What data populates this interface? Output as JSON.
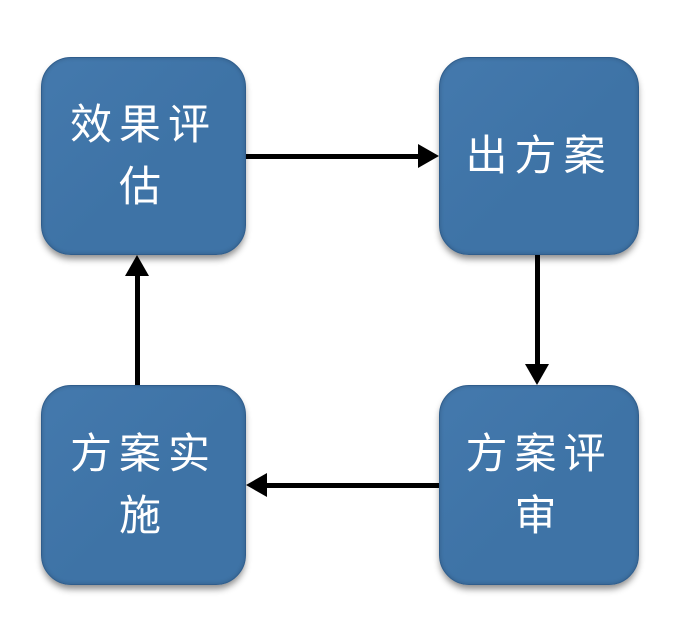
{
  "diagram": {
    "type": "cycle-flowchart",
    "colors": {
      "background": "#ffffff",
      "node_fill": "#3e73a6",
      "node_fill_light": "#4479ad",
      "node_border": "#2f5d8c",
      "node_text": "#ffffff",
      "arrow": "#000000"
    },
    "nodes": [
      {
        "id": "effect-evaluation",
        "position": "top-left",
        "label": "效果评估",
        "label_display": "效果评\n估"
      },
      {
        "id": "produce-plan",
        "position": "top-right",
        "label": "出方案",
        "label_display": "出方案"
      },
      {
        "id": "plan-review",
        "position": "bottom-right",
        "label": "方案评审",
        "label_display": "方案评\n审"
      },
      {
        "id": "plan-implementation",
        "position": "bottom-left",
        "label": "方案实施",
        "label_display": "方案实\n施"
      }
    ],
    "edges": [
      {
        "from": "effect-evaluation",
        "to": "produce-plan",
        "direction": "right"
      },
      {
        "from": "produce-plan",
        "to": "plan-review",
        "direction": "down"
      },
      {
        "from": "plan-review",
        "to": "plan-implementation",
        "direction": "left"
      },
      {
        "from": "plan-implementation",
        "to": "effect-evaluation",
        "direction": "up"
      }
    ]
  }
}
